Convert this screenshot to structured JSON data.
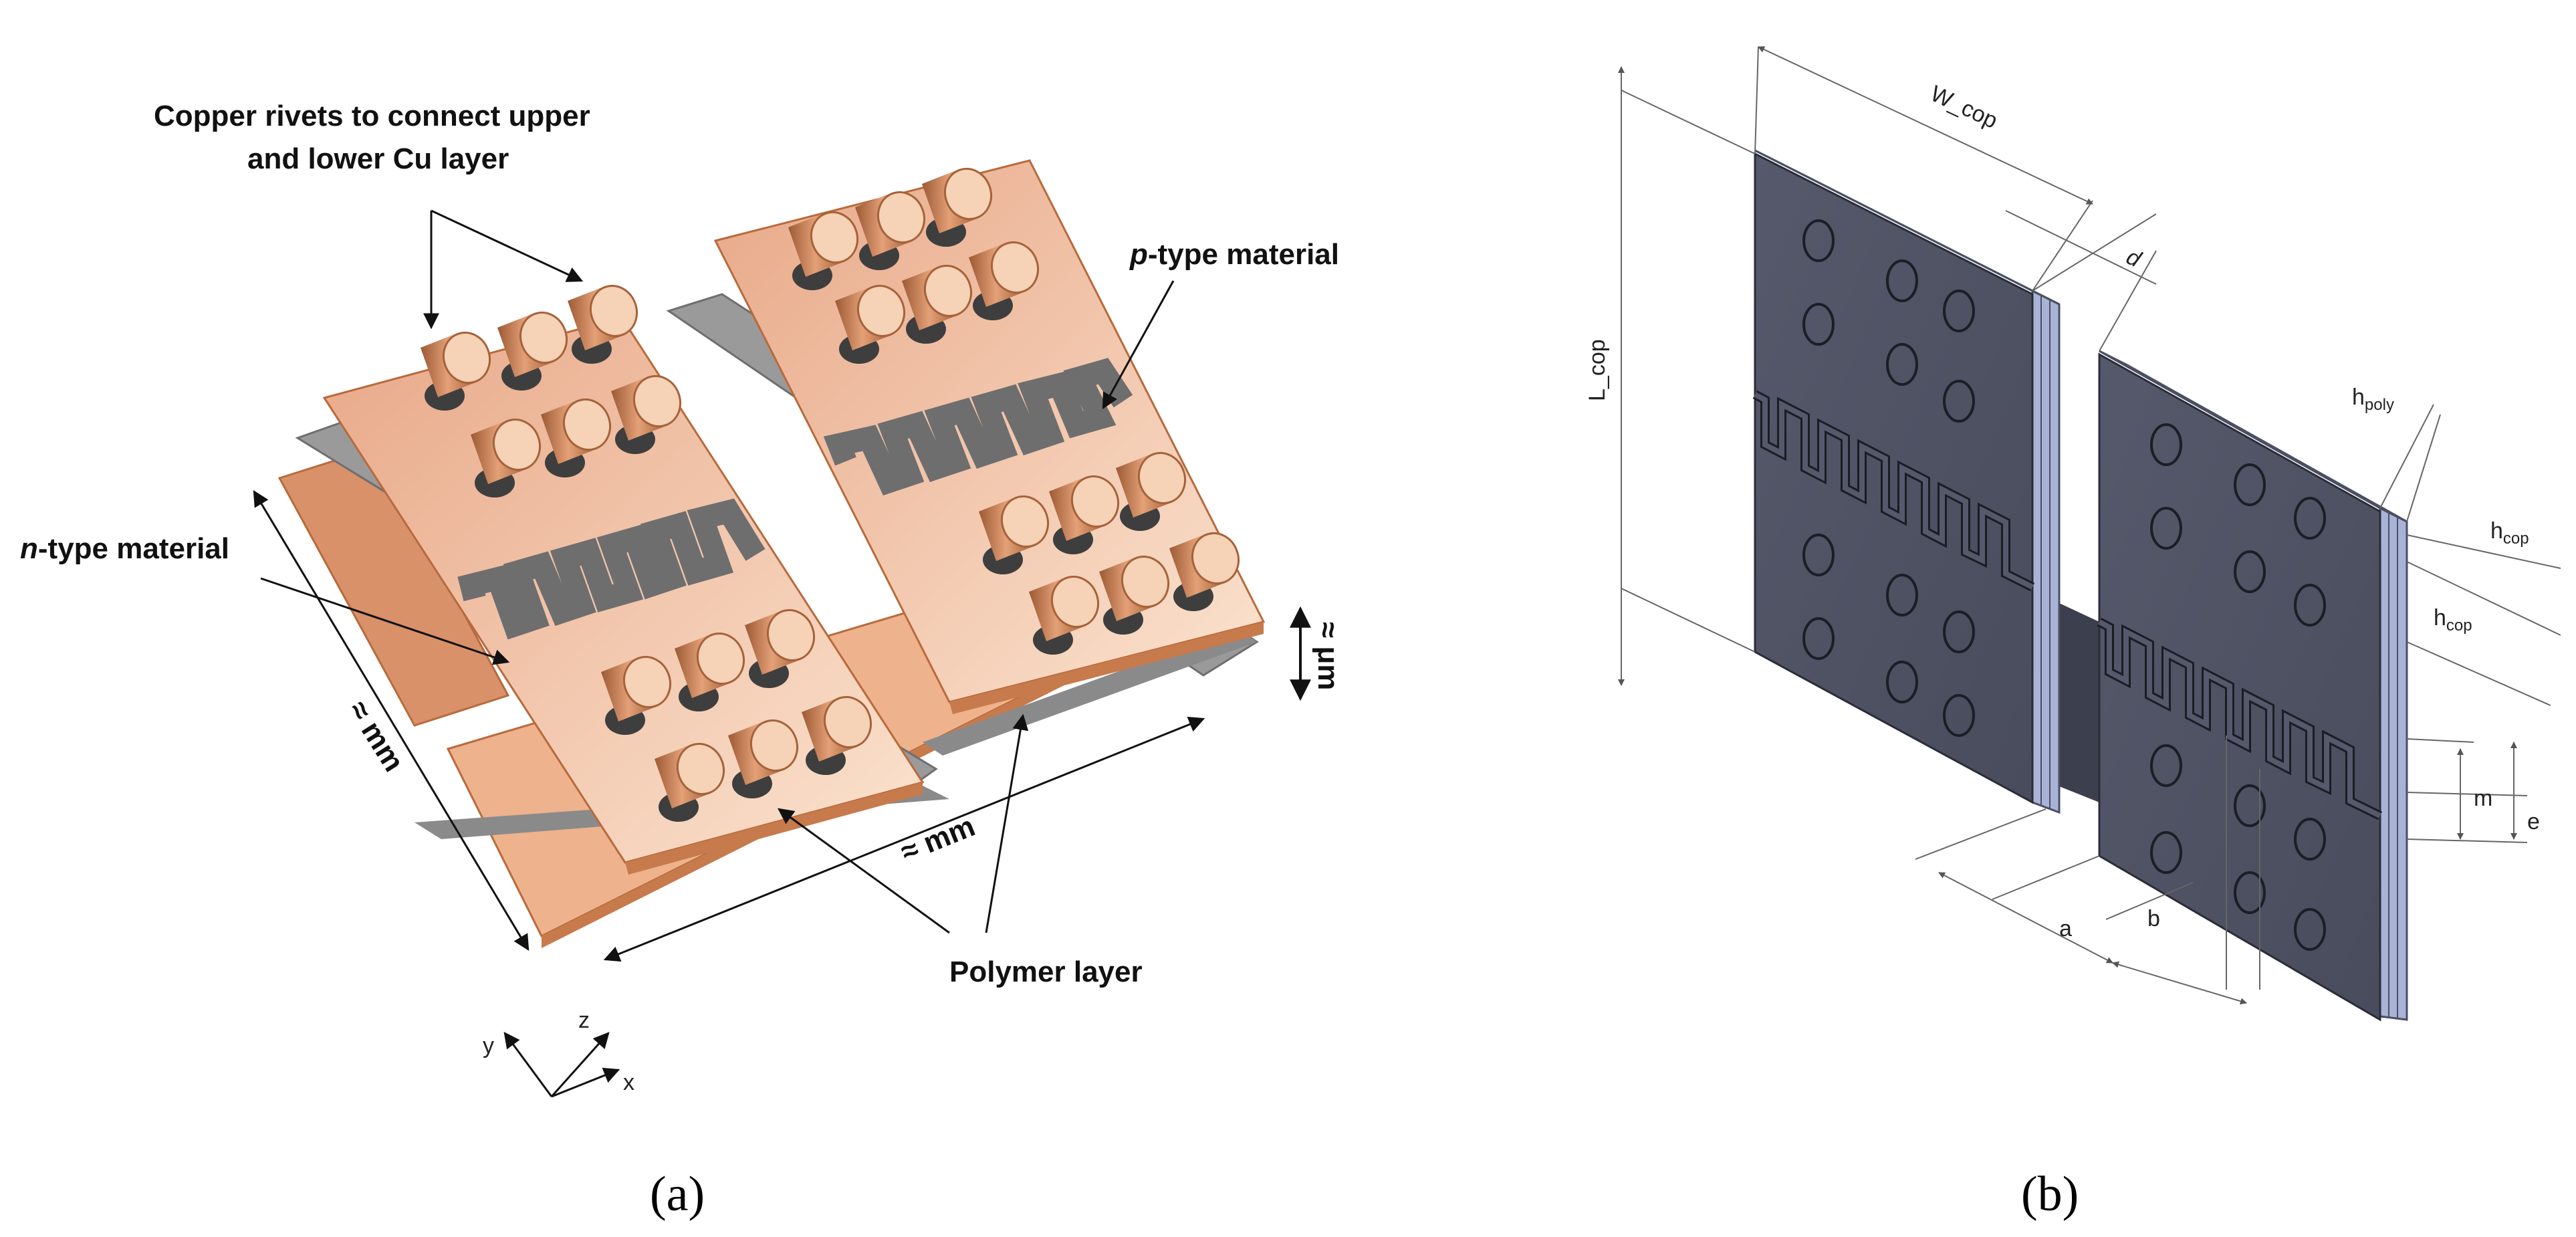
{
  "panel_a": {
    "label_rivets_1": "Copper  rivets to connect upper",
    "label_rivets_2": "and lower Cu layer",
    "label_ptype_ital": "p",
    "label_ptype_rest": "-type material",
    "label_ntype_ital": "n",
    "label_ntype_rest": "-type material",
    "label_polymer": "Polymer layer",
    "dim_length": "≈ mm",
    "dim_width": "≈ mm",
    "dim_height": "≈ μm",
    "axis_x": "x",
    "axis_y": "y",
    "axis_z": "z",
    "caption": "(a)"
  },
  "panel_b": {
    "dim_w": "W_cop",
    "dim_l": "L_cop",
    "dim_d": "d",
    "dim_hpoly_base": "h",
    "dim_hpoly_sub": "poly",
    "dim_hcop1_base": "h",
    "dim_hcop1_sub": "cop",
    "dim_hcop2_base": "h",
    "dim_hcop2_sub": "cop",
    "dim_m": "m",
    "dim_e": "e",
    "dim_a": "a",
    "dim_b": "b",
    "caption": "(b)"
  },
  "colors": {
    "copper_light": "#f4c6a4",
    "copper_mid": "#e0a07a",
    "copper_dark": "#b86a3c",
    "polymer_gray": "#8c8c8c",
    "panel_gray": "#4f5466",
    "panel_edge": "#a9b3d6"
  }
}
